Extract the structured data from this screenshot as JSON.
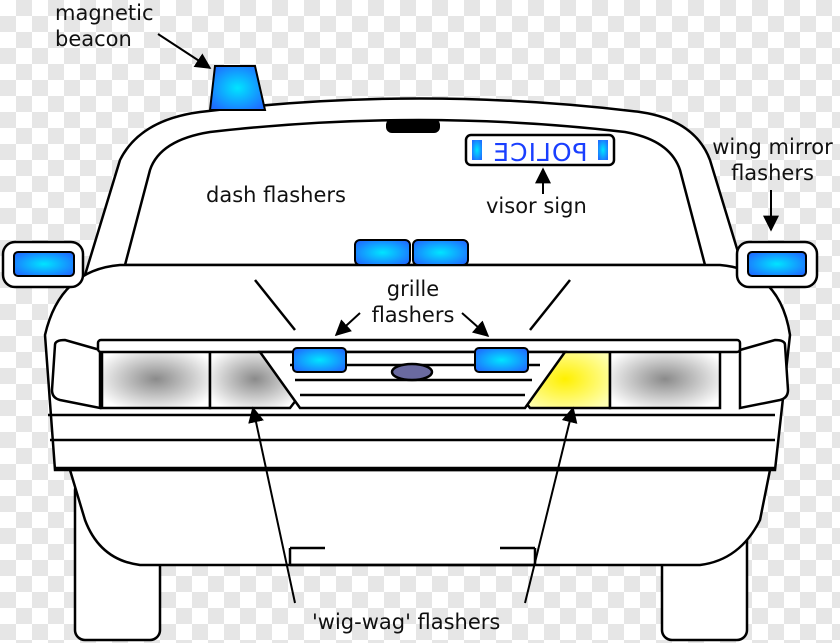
{
  "labels": {
    "magnetic_beacon": [
      "magnetic",
      "beacon"
    ],
    "dash_flashers": "dash flashers",
    "visor_sign": "visor sign",
    "sign_text": "POLICE",
    "wing_mirror": [
      "wing mirror",
      "flashers"
    ],
    "grille": [
      "grille",
      "flashers"
    ],
    "wig_wag": "'wig-wag' flashers"
  },
  "colors": {
    "flasher_blue": "#1e90ff",
    "flasher_glow": "#00bfff",
    "headlight_gray": "#9a9a9a",
    "headlight_yellow": "#fff200",
    "outline": "#000000",
    "body_fill": "#ffffff"
  }
}
